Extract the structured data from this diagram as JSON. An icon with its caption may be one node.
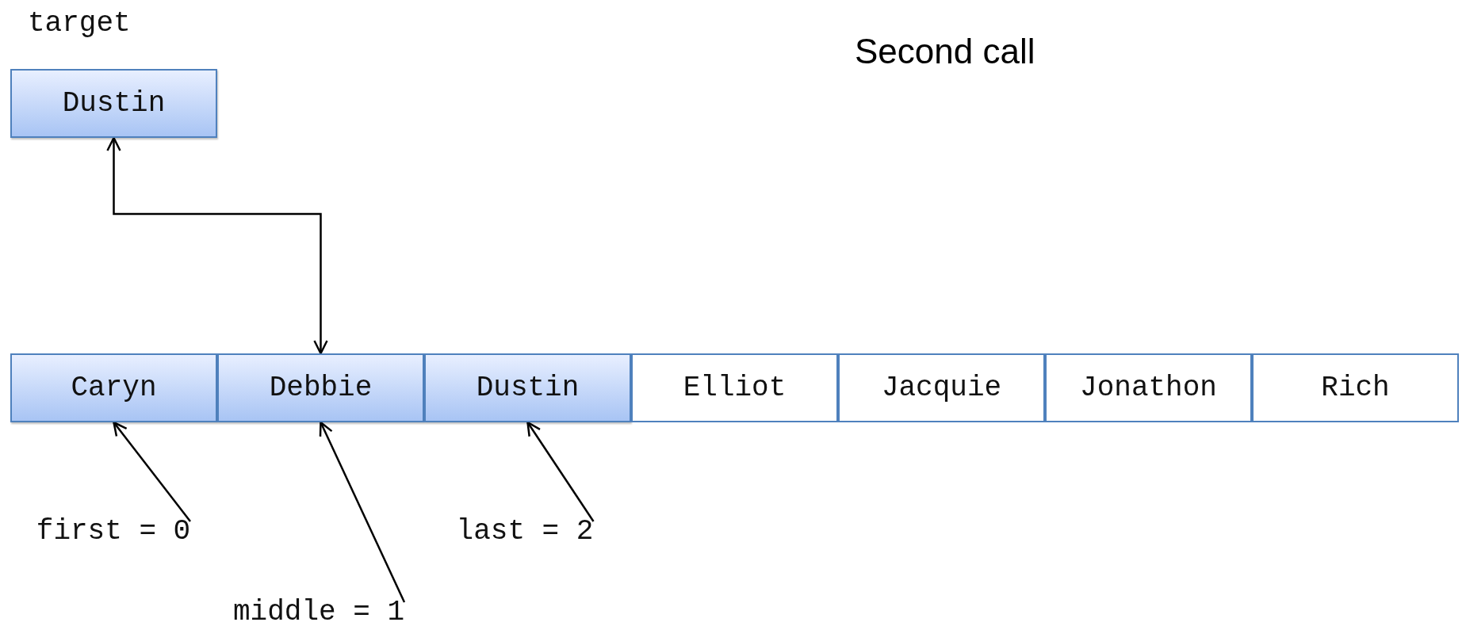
{
  "diagram": {
    "title": "Second call",
    "nodes": [
      {
        "text": [
          "Dustin"
        ],
        "beside": [
          "target"
        ]
      },
      {
        "text": [
          "Caryn"
        ]
      },
      {
        "text": [
          "Debbie"
        ]
      },
      {
        "text": [
          "Dustin"
        ]
      },
      {
        "text": [
          "Elliot"
        ]
      },
      {
        "text": [
          "Jacquie"
        ]
      },
      {
        "text": [
          "Jonathon"
        ]
      },
      {
        "text": [
          "Rich"
        ]
      },
      {
        "text": [
          "first = 0"
        ]
      },
      {
        "text": [
          "middle = 1"
        ]
      },
      {
        "text": [
          "last = 2"
        ]
      }
    ],
    "edges": [
      {
        "from": 0,
        "to": 2,
        "arrow": "both"
      },
      {
        "from": 8,
        "to": 1,
        "arrow": "to"
      },
      {
        "from": 9,
        "to": 2,
        "arrow": "to"
      },
      {
        "from": 10,
        "to": 3,
        "arrow": "to"
      }
    ]
  }
}
